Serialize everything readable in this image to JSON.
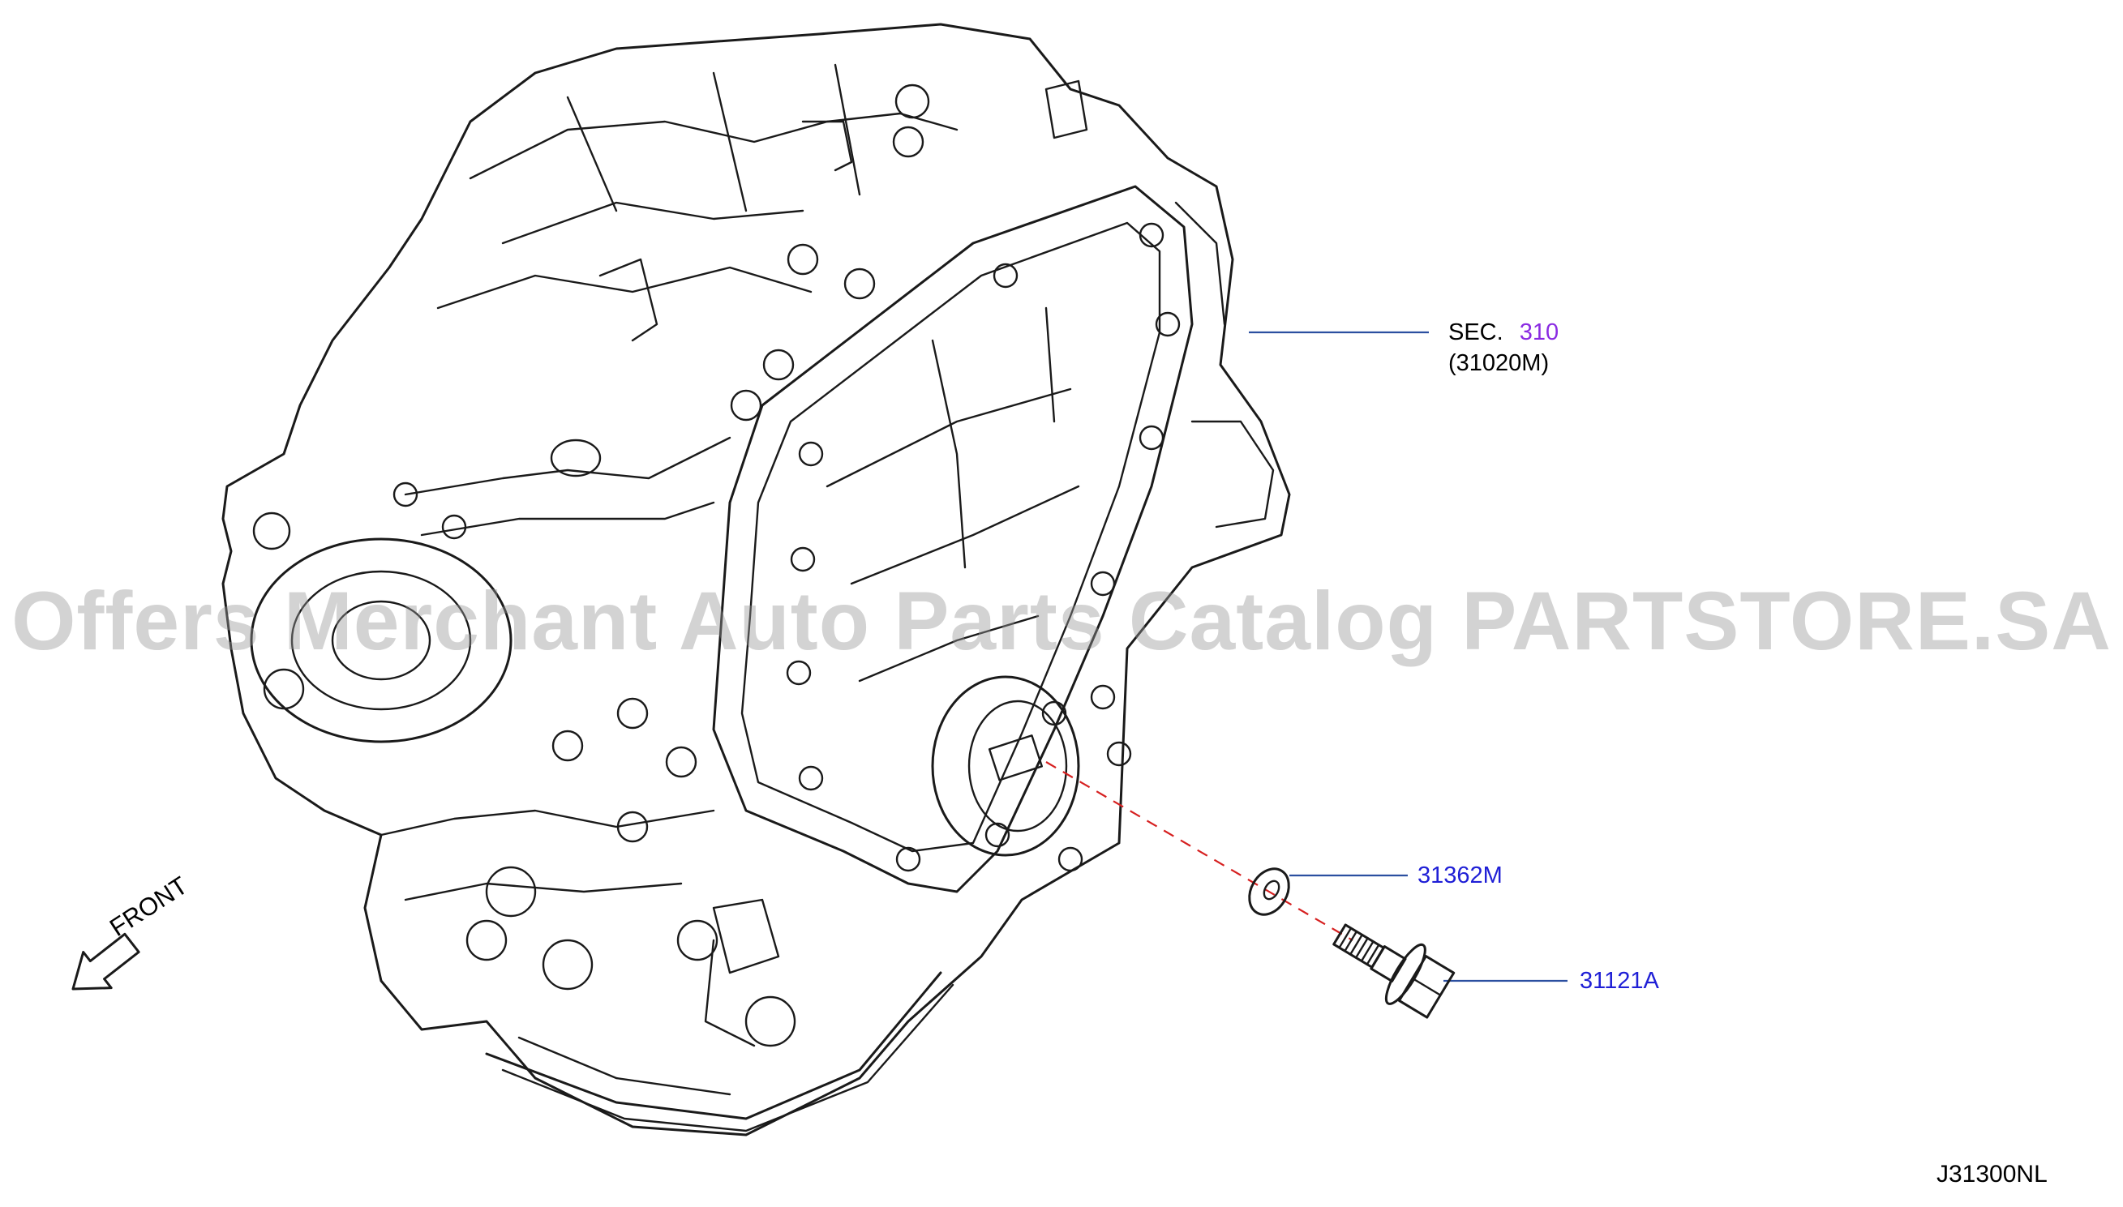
{
  "watermark": "Offers Merchant Auto Parts Catalog PARTSTORE.SA",
  "callouts": {
    "section": {
      "prefix": "SEC.",
      "link": "310",
      "sub": "(31020M)"
    },
    "washer": {
      "part_number": "31362M"
    },
    "bolt": {
      "part_number": "31121A"
    }
  },
  "front_label": "FRONT",
  "diagram_code": "J31300NL",
  "colors": {
    "line": "#1a1a1a",
    "part_link": "#1f1fd6",
    "section_link": "#8a2be2",
    "leader": "#2b4fa0",
    "dash_leader": "#d62020",
    "watermark": "#969696"
  }
}
